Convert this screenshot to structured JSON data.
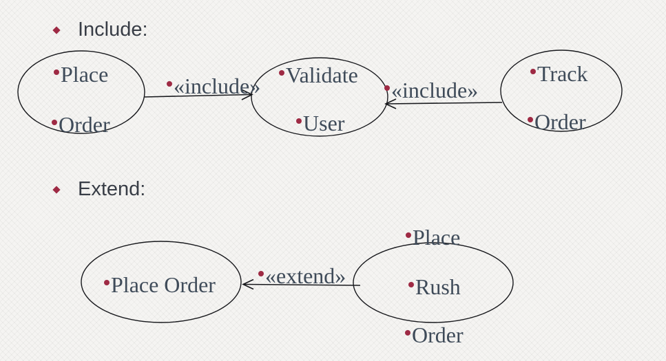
{
  "slide": {
    "kind": "use-case-relationships-diagram"
  },
  "colors": {
    "accent_maroon": "#9e2a44",
    "heading_text": "#383d46",
    "diagram_text": "#3f4b59",
    "stroke": "#17181c",
    "background": "#f5f4f2"
  },
  "headings": [
    {
      "label": "Include:"
    },
    {
      "label": "Extend:"
    }
  ],
  "use_cases": [
    {
      "name": "place-order-include-source",
      "lines": [
        "Place",
        "Order"
      ]
    },
    {
      "name": "validate-user",
      "lines": [
        "Validate",
        "User"
      ]
    },
    {
      "name": "track-order",
      "lines": [
        "Track",
        "Order"
      ]
    },
    {
      "name": "place-order-extend-target",
      "lines": [
        "Place Order"
      ]
    },
    {
      "name": "place-rush-order",
      "lines": [
        "Place",
        "Rush",
        "Order"
      ]
    }
  ],
  "connectors": [
    {
      "label": "«include»",
      "from": "place-order-include-source",
      "to": "validate-user"
    },
    {
      "label": "«include»",
      "from": "track-order",
      "to": "validate-user"
    },
    {
      "label": "«extend»",
      "from": "place-rush-order",
      "to": "place-order-extend-target"
    }
  ]
}
